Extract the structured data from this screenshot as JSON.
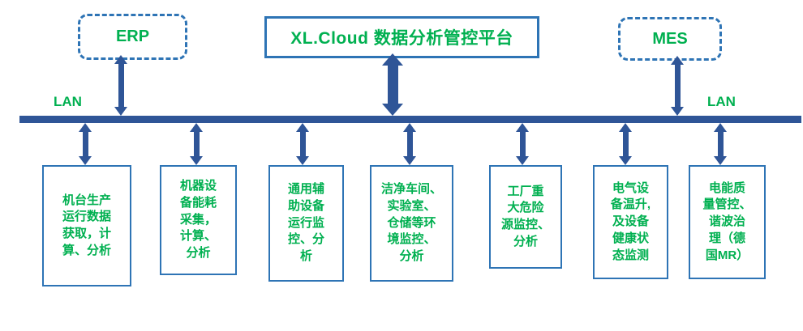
{
  "diagram": {
    "title": "XL.Cloud 数据分析管控平台",
    "top_nodes": {
      "erp": "ERP",
      "mes": "MES"
    },
    "lan_left": "LAN",
    "lan_right": "LAN",
    "boxes": [
      {
        "label": "机台生产\n运行数据\n获取，计\n算、分析"
      },
      {
        "label": "机器设\n备能耗\n采集，\n计算、\n分析"
      },
      {
        "label": "通用辅\n助设备\n运行监\n控、分\n析"
      },
      {
        "label": "洁净车间、\n实验室、\n仓储等环\n境监控、\n分析"
      },
      {
        "label": "工厂重\n大危险\n源监控、\n分析"
      },
      {
        "label": "电气设\n备温升,\n及设备\n健康状\n态监测"
      },
      {
        "label": "电能质\n量管控、\n谐波治\n理（德\n国MR）"
      }
    ],
    "colors": {
      "line_blue": "#2F5597",
      "border_blue": "#2E74B5",
      "text_green": "#00B050"
    }
  }
}
